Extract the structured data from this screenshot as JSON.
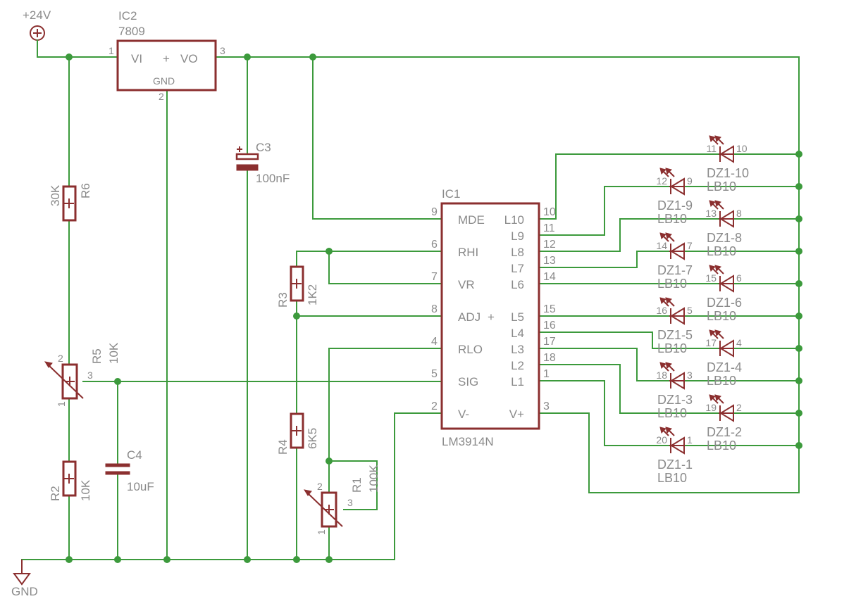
{
  "supply": {
    "label": "+24V"
  },
  "ground": {
    "label": "GND"
  },
  "ic2": {
    "name": "IC2",
    "value": "7809",
    "vi": "VI",
    "vo": "VO",
    "gnd": "GND",
    "plus": "+",
    "pin1": "1",
    "pin2": "2",
    "pin3": "3"
  },
  "ic1": {
    "name": "IC1",
    "value": "LM3914N",
    "adj_plus": "+",
    "left_pins": [
      {
        "num": "9",
        "label": "MDE"
      },
      {
        "num": "6",
        "label": "RHI"
      },
      {
        "num": "7",
        "label": "VR"
      },
      {
        "num": "8",
        "label": "ADJ"
      },
      {
        "num": "4",
        "label": "RLO"
      },
      {
        "num": "5",
        "label": "SIG"
      },
      {
        "num": "2",
        "label": "V-"
      }
    ],
    "right_labels": [
      "L10",
      "L9",
      "L8",
      "L7",
      "L6",
      "L5",
      "L4",
      "L3",
      "L2",
      "L1",
      "V+"
    ],
    "right_pins": [
      "10",
      "11",
      "12",
      "13",
      "14",
      "15",
      "16",
      "17",
      "18",
      "1",
      "3"
    ]
  },
  "resistors": {
    "r6": {
      "name": "R6",
      "value": "30K"
    },
    "r2": {
      "name": "R2",
      "value": "10K"
    },
    "r3": {
      "name": "R3",
      "value": "1K2"
    },
    "r4": {
      "name": "R4",
      "value": "6K5"
    }
  },
  "pots": {
    "r5": {
      "name": "R5",
      "value": "10K",
      "pin1": "1",
      "pin2": "2",
      "pin3": "3"
    },
    "r1": {
      "name": "R1",
      "value": "100K",
      "pin1": "1",
      "pin2": "2",
      "pin3": "3"
    }
  },
  "capacitors": {
    "c3": {
      "name": "C3",
      "value": "100nF"
    },
    "c4": {
      "name": "C4",
      "value": "10uF"
    }
  },
  "leds": [
    {
      "name": "DZ1-10",
      "value": "LB10",
      "pin_a": "11",
      "pin_b": "10"
    },
    {
      "name": "DZ1-9",
      "value": "LB10",
      "pin_a": "12",
      "pin_b": "9"
    },
    {
      "name": "DZ1-8",
      "value": "LB10",
      "pin_a": "13",
      "pin_b": "8"
    },
    {
      "name": "DZ1-7",
      "value": "LB10",
      "pin_a": "14",
      "pin_b": "7"
    },
    {
      "name": "DZ1-6",
      "value": "LB10",
      "pin_a": "15",
      "pin_b": "6"
    },
    {
      "name": "DZ1-5",
      "value": "LB10",
      "pin_a": "16",
      "pin_b": "5"
    },
    {
      "name": "DZ1-4",
      "value": "LB10",
      "pin_a": "17",
      "pin_b": "4"
    },
    {
      "name": "DZ1-3",
      "value": "LB10",
      "pin_a": "18",
      "pin_b": "3"
    },
    {
      "name": "DZ1-2",
      "value": "LB10",
      "pin_a": "19",
      "pin_b": "2"
    },
    {
      "name": "DZ1-1",
      "value": "LB10",
      "pin_a": "20",
      "pin_b": "1"
    }
  ],
  "colors": {
    "wire": "#3c9a3c",
    "part": "#8b2f2f",
    "text": "#8a8a8a"
  }
}
